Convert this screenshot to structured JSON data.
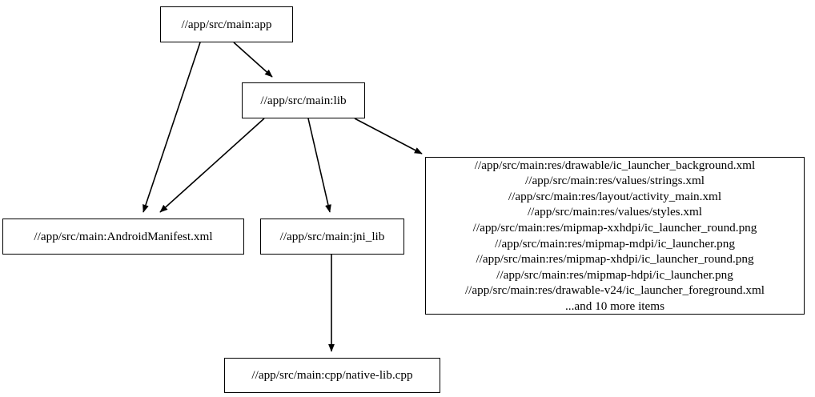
{
  "graph": {
    "type": "directed-dependency-graph",
    "title": "",
    "background_color": "#ffffff",
    "node_border_color": "#000000",
    "node_fill_color": "#ffffff",
    "edge_color": "#000000",
    "text_color": "#000000",
    "nodes": [
      {
        "id": "app",
        "label": "//app/src/main:app"
      },
      {
        "id": "lib",
        "label": "//app/src/main:lib"
      },
      {
        "id": "manifest",
        "label": "//app/src/main:AndroidManifest.xml"
      },
      {
        "id": "jni_lib",
        "label": "//app/src/main:jni_lib"
      },
      {
        "id": "resources",
        "label": "//app/src/main:res/drawable/ic_launcher_background.xml\n//app/src/main:res/values/strings.xml\n//app/src/main:res/layout/activity_main.xml\n//app/src/main:res/values/styles.xml\n//app/src/main:res/mipmap-xxhdpi/ic_launcher_round.png\n//app/src/main:res/mipmap-mdpi/ic_launcher.png\n//app/src/main:res/mipmap-xhdpi/ic_launcher_round.png\n//app/src/main:res/mipmap-hdpi/ic_launcher.png\n//app/src/main:res/drawable-v24/ic_launcher_foreground.xml\n...and 10 more items",
        "lines": [
          "//app/src/main:res/drawable/ic_launcher_background.xml",
          "//app/src/main:res/values/strings.xml",
          "//app/src/main:res/layout/activity_main.xml",
          "//app/src/main:res/values/styles.xml",
          "//app/src/main:res/mipmap-xxhdpi/ic_launcher_round.png",
          "//app/src/main:res/mipmap-mdpi/ic_launcher.png",
          "//app/src/main:res/mipmap-xhdpi/ic_launcher_round.png",
          "//app/src/main:res/mipmap-hdpi/ic_launcher.png",
          "//app/src/main:res/drawable-v24/ic_launcher_foreground.xml",
          "...and 10 more items"
        ]
      },
      {
        "id": "cpp",
        "label": "//app/src/main:cpp/native-lib.cpp"
      }
    ],
    "edges": [
      {
        "from": "app",
        "to": "lib"
      },
      {
        "from": "app",
        "to": "manifest"
      },
      {
        "from": "lib",
        "to": "manifest"
      },
      {
        "from": "lib",
        "to": "jni_lib"
      },
      {
        "from": "lib",
        "to": "resources"
      },
      {
        "from": "jni_lib",
        "to": "cpp"
      }
    ]
  }
}
